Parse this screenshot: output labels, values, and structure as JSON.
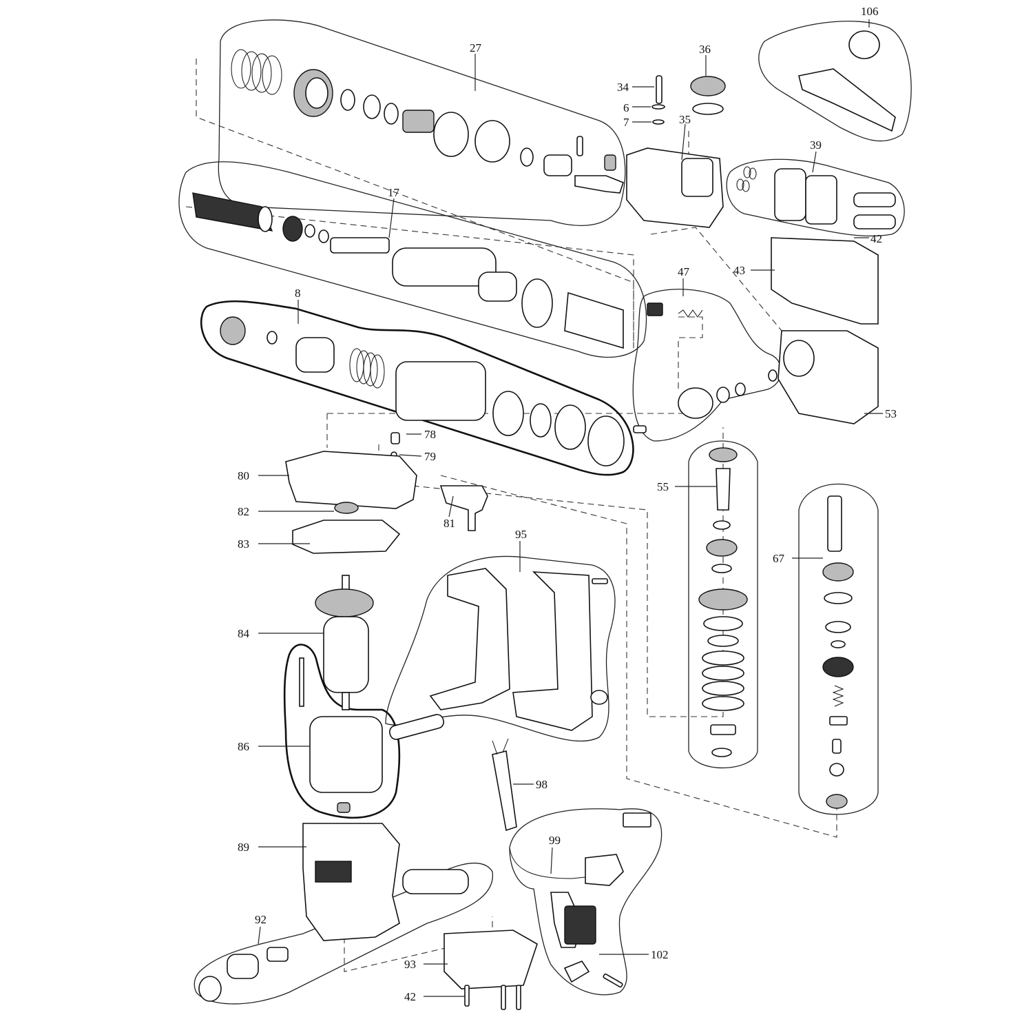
{
  "labels": {
    "l106": "106",
    "l27": "27",
    "l36": "36",
    "l34": "34",
    "l6": "6",
    "l7": "7",
    "l35": "35",
    "l39": "39",
    "l17": "17",
    "l42a": "42",
    "l43": "43",
    "l47": "47",
    "l8": "8",
    "l53": "53",
    "l78": "78",
    "l79": "79",
    "l80": "80",
    "l82": "82",
    "l83": "83",
    "l81": "81",
    "l55": "55",
    "l95": "95",
    "l67": "67",
    "l84": "84",
    "l86": "86",
    "l98": "98",
    "l89": "89",
    "l99": "99",
    "l92": "92",
    "l102": "102",
    "l93": "93",
    "l42b": "42"
  },
  "colors": {
    "line": "#111111",
    "background": "#ffffff",
    "shade": "#333333"
  }
}
